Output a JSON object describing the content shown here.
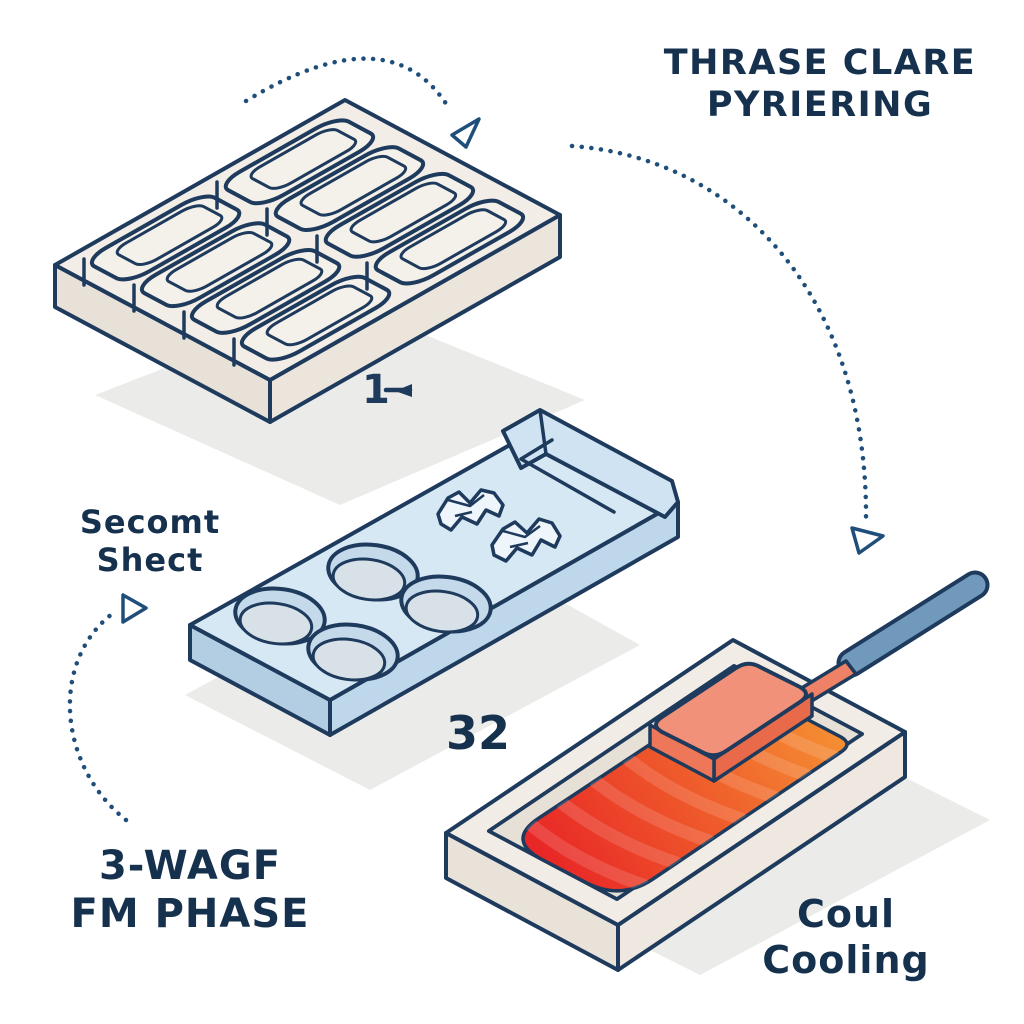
{
  "labels": {
    "process_title_line1": "THRASE CLARE",
    "process_title_line2": "PYRIERING",
    "second_sheet": "Secomt Shect",
    "count": "32",
    "phase_line1": "3-WAGF",
    "phase_line2": "FM PHASE",
    "cooling_line1": "Coul",
    "cooling_line2": "Cooling",
    "tray_mark": "1"
  },
  "colors": {
    "text_navy": "#16314e",
    "outline_navy": "#1e3a5c",
    "arrow_dot_blue": "#1f4e7a",
    "mold_tray_top": "#f2eee7",
    "mold_tray_side": "#e8e1d7",
    "sheet_tray_top": "#d7e8f5",
    "sheet_tray_side": "#b9d2e6",
    "well_rim": "#c4d9ea",
    "cooling_tray_top": "#f1ece5",
    "pool_red": "#e71f26",
    "pool_orange": "#f69a35",
    "spatula_head": "#f19179",
    "spatula_handle": "#7199bb",
    "shadow_gray": "#ebebe9"
  },
  "scene": {
    "steps": [
      {
        "name": "mold-tray",
        "description_label": "THRASE CLARE PYRIERING"
      },
      {
        "name": "sheet-tray",
        "description_label": "Secomt Shect"
      },
      {
        "name": "cooling-tray",
        "description_label": "Coul Cooling"
      }
    ],
    "arrow_style": "dotted-arc",
    "arrow_count": "3"
  }
}
